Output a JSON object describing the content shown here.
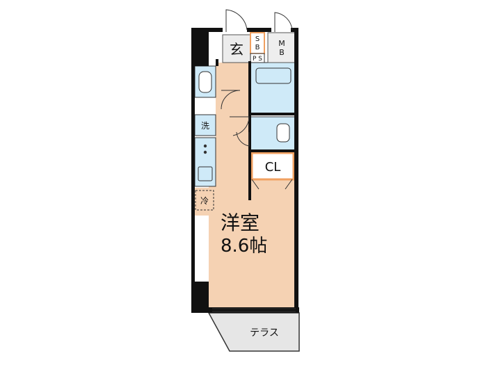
{
  "labels": {
    "entrance": "玄",
    "sb_s": "S",
    "sb_b": "B",
    "ps": "P S",
    "mb_m": "M",
    "mb_b": "B",
    "washer": "洗",
    "fridge": "冷",
    "closet": "CL",
    "room_name": "洋室",
    "room_size": "8.6帖",
    "terrace": "テラス"
  },
  "colors": {
    "room_floor": "#f5d2b3",
    "wet_area": "#cfeaf8",
    "wall": "#111111",
    "terrace": "#e6e6e6",
    "accent": "#f0a060"
  }
}
